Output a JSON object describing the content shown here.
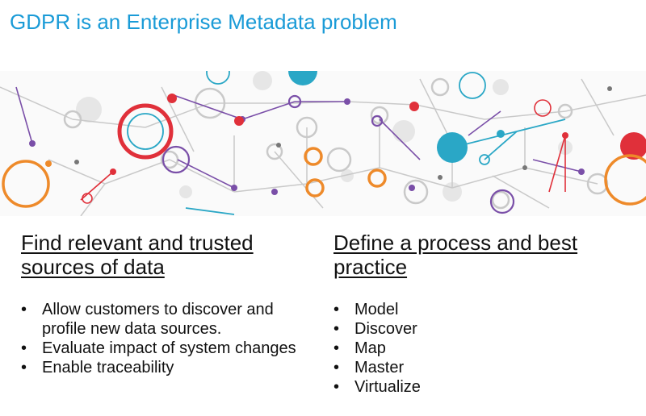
{
  "slide": {
    "title": "GDPR is an Enterprise Metadata problem"
  },
  "left_column": {
    "heading_line1": "Find relevant and trusted",
    "heading_line2": "sources of data",
    "bullets": [
      "Allow customers to discover and profile new data sources.",
      "Evaluate impact of system changes",
      "Enable traceability"
    ]
  },
  "right_column": {
    "heading_line1": "Define a process and best",
    "heading_line2": "practice",
    "bullets": [
      "Model",
      "Discover",
      "Map",
      "Master",
      "Virtualize"
    ]
  },
  "colors": {
    "title": "#1a9bd7",
    "network_red": "#e0303a",
    "network_teal": "#2aa7c6",
    "network_purple": "#7a4fa8",
    "network_orange": "#ee8a2a",
    "network_gray": "#c9c9c9"
  }
}
